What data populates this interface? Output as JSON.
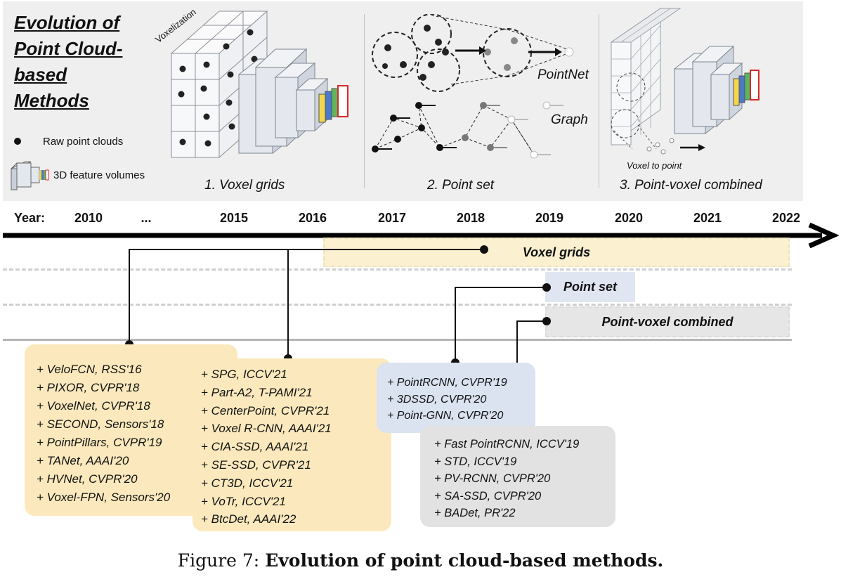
{
  "header": {
    "title": "Evolution of\nPoint Cloud-\nbased\nMethods",
    "legend": {
      "raw_points": "Raw  point clouds",
      "feature_volumes": "3D feature volumes"
    },
    "sections": [
      {
        "caption": "1. Voxel grids",
        "label": "Voxelization"
      },
      {
        "caption": "2. Point set",
        "labels": [
          "PointNet",
          "Graph"
        ]
      },
      {
        "caption": "3. Point-voxel combined",
        "label": "Voxel to point"
      }
    ]
  },
  "timeline": {
    "year_label": "Year:",
    "years": [
      "2010",
      "...",
      "2015",
      "2016",
      "2017",
      "2018",
      "2019",
      "2020",
      "2021",
      "2022"
    ]
  },
  "tracks": [
    {
      "label": "Voxel grids",
      "color": "#fbf0d0",
      "start_year": 2016.1,
      "end_year": 2022
    },
    {
      "label": "Point set",
      "color": "#dfe6f2",
      "start_year": 2019,
      "end_year": 2020
    },
    {
      "label": "Point-voxel combined",
      "color": "#e6e6e6",
      "start_year": 2019,
      "end_year": 2022
    }
  ],
  "method_groups": [
    {
      "items": [
        "+ VeloFCN, RSS'16",
        "+ PIXOR, CVPR'18",
        "+ VoxelNet, CVPR'18",
        "+ SECOND, Sensors'18",
        "+ PointPillars, CVPR'19",
        "+ TANet, AAAI'20",
        "+ HVNet, CVPR'20",
        "+ Voxel-FPN, Sensors'20"
      ],
      "color": "#fbe9bd"
    },
    {
      "items": [
        "+ SPG, ICCV'21",
        "+ Part-A2, T-PAMI'21",
        "+ CenterPoint, CVPR'21",
        "+ Voxel R-CNN, AAAI'21",
        "+ CIA-SSD, AAAI'21",
        "+ SE-SSD, CVPR'21",
        "+ CT3D, ICCV'21",
        "+ VoTr, ICCV'21",
        "+ BtcDet, AAAI'22"
      ],
      "color": "#fbe9bd"
    },
    {
      "items": [
        "+ PointRCNN, CVPR'19",
        "+ 3DSSD, CVPR'20",
        "+ Point-GNN, CVPR'20"
      ],
      "color": "#dbe2f0"
    },
    {
      "items": [
        "+ Fast PointRCNN, ICCV'19",
        "+ STD, ICCV'19",
        "+ PV-RCNN, CVPR'20",
        "+ SA-SSD, CVPR'20",
        "+ BADet, PR'22"
      ],
      "color": "#e2e2e2"
    }
  ],
  "caption": {
    "prefix": "Figure 7: ",
    "text": "Evolution of point cloud-based methods."
  }
}
